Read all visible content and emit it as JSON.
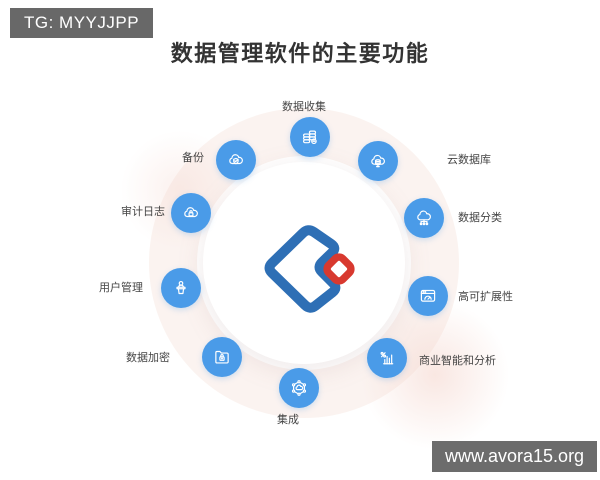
{
  "badges": {
    "top_left": "TG: MYYJJPP",
    "bottom_right": "www.avora15.org"
  },
  "title": "数据管理软件的主要功能",
  "diagram": {
    "center_logo": "brand-logo (blue angular bracket with red diamond)",
    "items": [
      {
        "label": "数据收集",
        "icon": "coin-stacks-icon",
        "position": "top"
      },
      {
        "label": "云数据库",
        "icon": "cloud-database-icon",
        "position": "upper-right"
      },
      {
        "label": "数据分类",
        "icon": "cloud-hierarchy-icon",
        "position": "right-upper"
      },
      {
        "label": "高可扩展性",
        "icon": "window-gauge-icon",
        "position": "right-lower"
      },
      {
        "label": "商业智能和分析",
        "icon": "bar-chart-percent-icon",
        "position": "lower-right"
      },
      {
        "label": "集成",
        "icon": "hexagon-network-cloud-icon",
        "position": "bottom"
      },
      {
        "label": "数据加密",
        "icon": "folder-lock-icon",
        "position": "lower-left"
      },
      {
        "label": "用户管理",
        "icon": "user-lectern-icon",
        "position": "left-lower"
      },
      {
        "label": "审计日志",
        "icon": "cloud-lock-icon",
        "position": "left-upper"
      },
      {
        "label": "备份",
        "icon": "cloud-check-icon",
        "position": "upper-left"
      }
    ],
    "colors": {
      "item_circle": "#4a9be8",
      "logo_blue": "#2e6fb5",
      "logo_red": "#d8392f",
      "badge_bg": "#686868",
      "ring_pink": "#f7e9e4",
      "label_text": "#454545",
      "title_text": "#333333"
    }
  }
}
